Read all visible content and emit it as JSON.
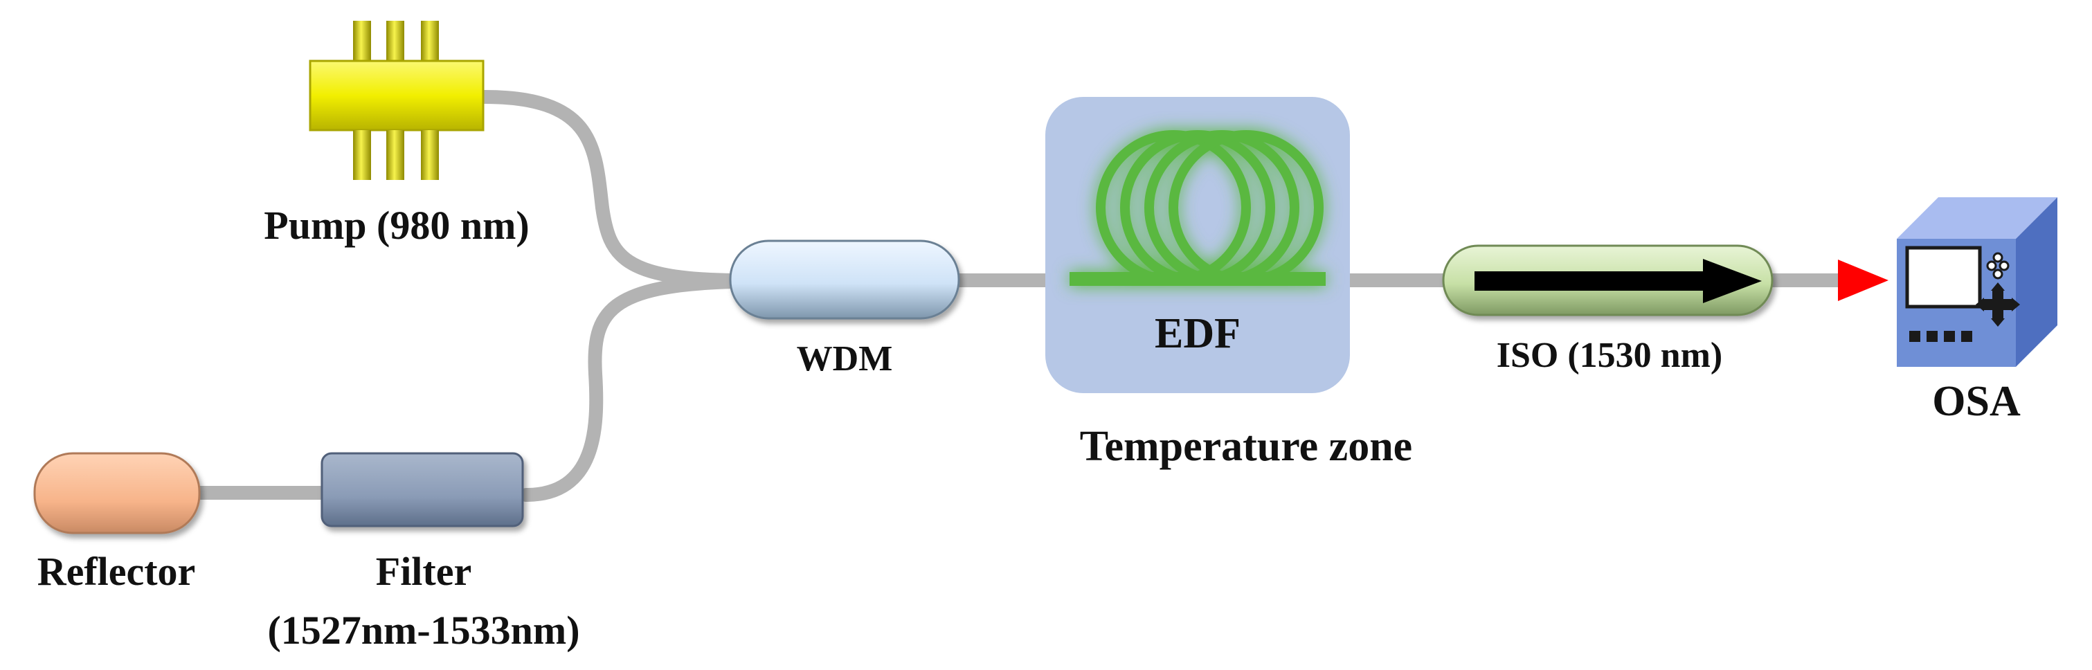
{
  "components": {
    "pump": {
      "label": "Pump (980 nm)"
    },
    "reflector": {
      "label": "Reflector"
    },
    "filter": {
      "label_line1": "Filter",
      "label_line2": "(1527nm-1533nm)"
    },
    "wdm": {
      "label": "WDM"
    },
    "edf": {
      "label": "EDF"
    },
    "temperature_zone": {
      "label": "Temperature zone"
    },
    "iso": {
      "label": "ISO (1530 nm)"
    },
    "osa": {
      "label": "OSA"
    }
  },
  "colors": {
    "fiber": "#b3b3b3",
    "pump": "#f2ef00",
    "reflector": "#f7b48a",
    "filter": "#8a9bb6",
    "wdm": "#cfe3f7",
    "temperature_zone": "#b6c7e6",
    "edf_coil": "#5ab840",
    "iso": "#c7e0a6",
    "osa_body": "#6f8fd6",
    "arrow_red": "#ff0000"
  }
}
